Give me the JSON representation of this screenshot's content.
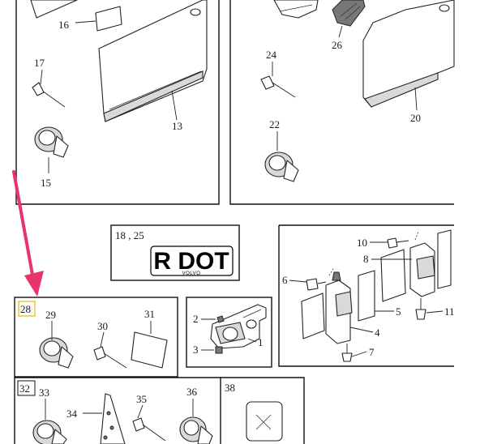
{
  "callouts": {
    "c16": "16",
    "c17": "17",
    "c15": "15",
    "c13": "13",
    "c24": "24",
    "c22": "22",
    "c26": "26",
    "c20": "20",
    "c18_25": "18 , 25",
    "c10": "10",
    "c8": "8",
    "c6": "6",
    "c5": "5",
    "c4": "4",
    "c7": "7",
    "c11": "11",
    "c28": "28",
    "c29": "29",
    "c30": "30",
    "c31": "31",
    "c2": "2",
    "c3": "3",
    "c1": "1",
    "c32": "32",
    "c33": "33",
    "c34": "34",
    "c35": "35",
    "c36": "36",
    "c38": "38"
  },
  "emblem": {
    "main_text": "R DOT",
    "sub_text": "VOLVO"
  },
  "colors": {
    "arrow": "#e8336b",
    "highlight_box": "#e8b400",
    "line": "#111111"
  }
}
